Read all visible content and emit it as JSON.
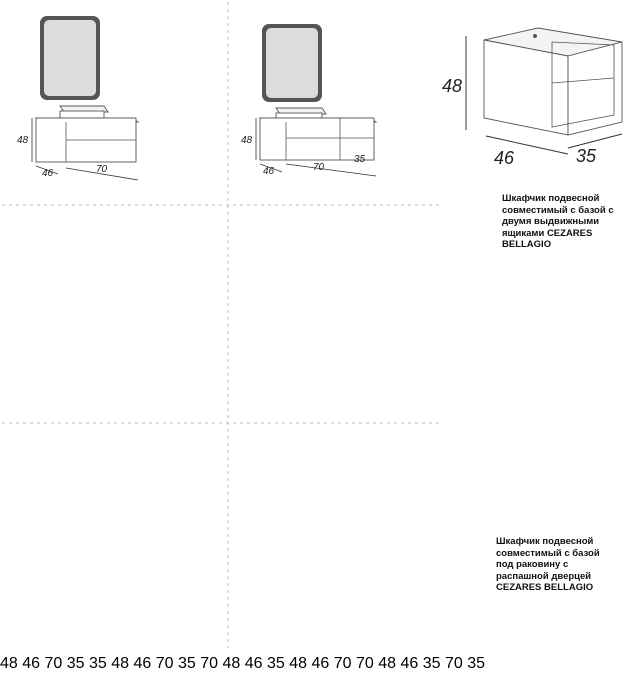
{
  "dimensions": {
    "height": "48",
    "depth": "46",
    "width_large": "70",
    "width_small": "35"
  },
  "captions": {
    "cabinet_drawers": "Шкафчик подвесной\nсовместимый с базой с\nдвумя выдвижными\nящиками CEZARES\nBELLAGIO",
    "cabinet_door": "Шкафчик подвесной\nсовместимый с базой\nпод раковину с\nраспашной дверцей\nCEZARES BELLAGIO"
  }
}
